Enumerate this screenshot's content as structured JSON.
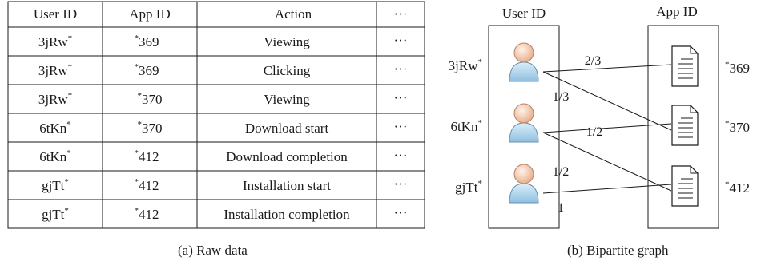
{
  "table": {
    "headers": [
      "User ID",
      "App ID",
      "Action",
      "···"
    ],
    "rows": [
      {
        "user": "3jRw",
        "app": "369",
        "action": "Viewing",
        "more": "···"
      },
      {
        "user": "3jRw",
        "app": "369",
        "action": "Clicking",
        "more": "···"
      },
      {
        "user": "3jRw",
        "app": "370",
        "action": "Viewing",
        "more": "···"
      },
      {
        "user": "6tKn",
        "app": "370",
        "action": "Download start",
        "more": "···"
      },
      {
        "user": "6tKn",
        "app": "412",
        "action": "Download completion",
        "more": "···"
      },
      {
        "user": "gjTt",
        "app": "412",
        "action": "Installation start",
        "more": "···"
      },
      {
        "user": "gjTt",
        "app": "412",
        "action": "Installation completion",
        "more": "···"
      }
    ],
    "star": "*"
  },
  "graph": {
    "user_header": "User ID",
    "app_header": "App ID",
    "users": [
      "3jRw",
      "6tKn",
      "gjTt"
    ],
    "apps": [
      "369",
      "370",
      "412"
    ],
    "star": "*",
    "edges": [
      {
        "from": 0,
        "to": 0,
        "weight": "2/3"
      },
      {
        "from": 0,
        "to": 1,
        "weight": "1/3"
      },
      {
        "from": 1,
        "to": 1,
        "weight": "1/2"
      },
      {
        "from": 1,
        "to": 2,
        "weight": "1/2"
      },
      {
        "from": 2,
        "to": 2,
        "weight": "1"
      }
    ]
  },
  "captions": {
    "left": "(a)  Raw data",
    "right": "(b)  Bipartite graph"
  },
  "colors": {
    "line": "#1a1a1a",
    "person_body": "#a9cde8",
    "person_head": "#f3c9ac"
  }
}
